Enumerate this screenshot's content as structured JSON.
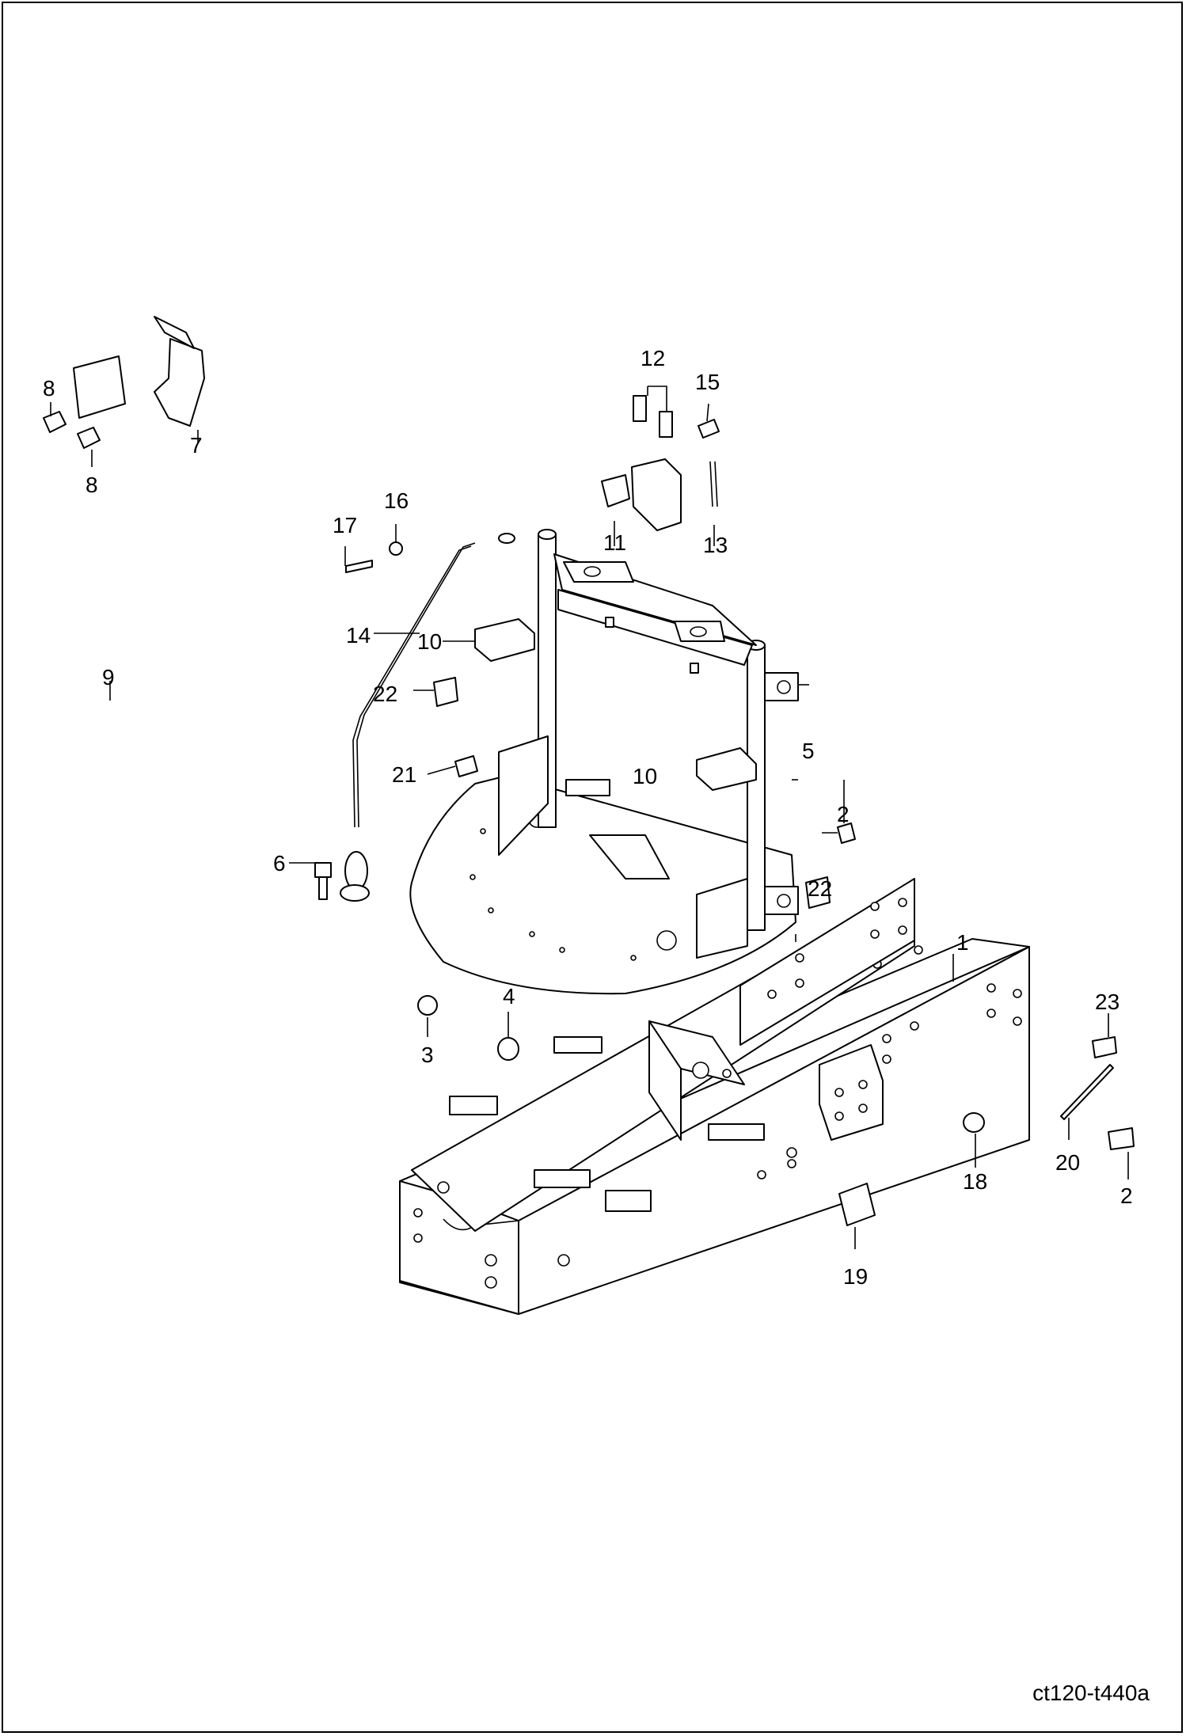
{
  "drawing_code": "ct120-t440a",
  "callouts": [
    "1",
    "2",
    "2",
    "3",
    "4",
    "5",
    "6",
    "7",
    "8",
    "8",
    "9",
    "10",
    "10",
    "11",
    "12",
    "13",
    "14",
    "15",
    "16",
    "17",
    "18",
    "19",
    "20",
    "21",
    "22",
    "22",
    "23"
  ]
}
